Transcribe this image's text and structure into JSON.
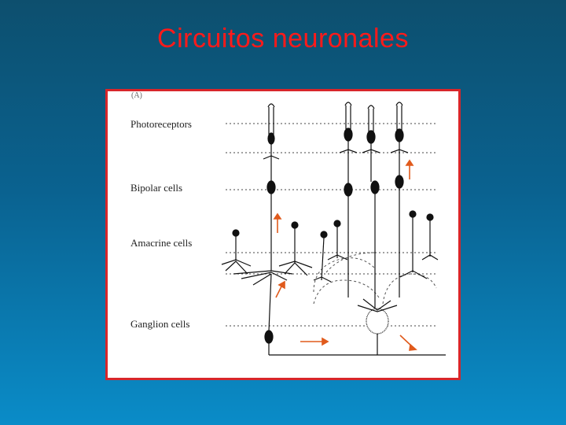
{
  "slide": {
    "title": "Circuitos neuronales"
  },
  "figure": {
    "panel_letter": "(A)",
    "layers": [
      {
        "label": "Photoreceptors"
      },
      {
        "label": "Bipolar cells"
      },
      {
        "label": "Amacrine cells"
      },
      {
        "label": "Ganglion cells"
      }
    ]
  },
  "colors": {
    "background_top": "#0d4f6e",
    "background_bottom": "#0a8cc8",
    "title": "#ff1a1a",
    "frame_border": "#d8262a",
    "cell_ink": "#111111",
    "arrow_accent": "#e05a1c"
  }
}
